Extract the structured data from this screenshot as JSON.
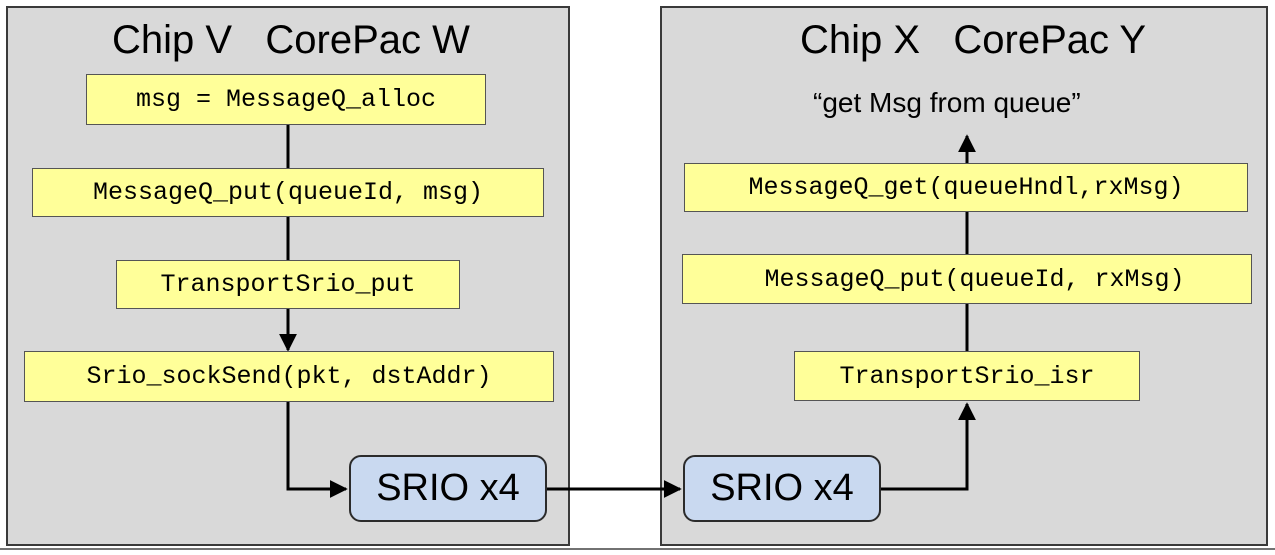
{
  "left": {
    "title": "Chip V   CorePac W",
    "steps": [
      "msg = MessageQ_alloc",
      "MessageQ_put(queueId, msg)",
      "TransportSrio_put",
      "Srio_sockSend(pkt, dstAddr)"
    ],
    "srio": "SRIO x4"
  },
  "right": {
    "title": "Chip X   CorePac Y",
    "note": "“get Msg from queue”",
    "steps": [
      "MessageQ_get(queueHndl,rxMsg)",
      " MessageQ_put(queueId, rxMsg)",
      "TransportSrio_isr"
    ],
    "srio": "SRIO x4"
  },
  "colors": {
    "panel": "#d9d9d9",
    "box": "#ffff99",
    "srio": "#c9d9f0",
    "line": "#000000"
  }
}
